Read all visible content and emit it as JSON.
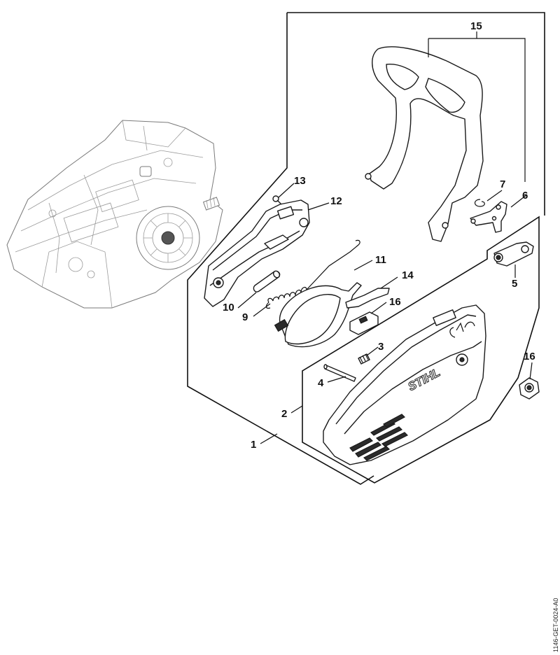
{
  "drawing_code": "1146-GET-0024-A0",
  "brand_mark": "STIHL",
  "callouts": [
    {
      "id": "c1",
      "label": "1"
    },
    {
      "id": "c2",
      "label": "2"
    },
    {
      "id": "c3",
      "label": "3"
    },
    {
      "id": "c4",
      "label": "4"
    },
    {
      "id": "c5",
      "label": "5"
    },
    {
      "id": "c6",
      "label": "6"
    },
    {
      "id": "c7",
      "label": "7"
    },
    {
      "id": "c9",
      "label": "9"
    },
    {
      "id": "c10",
      "label": "10"
    },
    {
      "id": "c11",
      "label": "11"
    },
    {
      "id": "c12",
      "label": "12"
    },
    {
      "id": "c13",
      "label": "13"
    },
    {
      "id": "c14",
      "label": "14"
    },
    {
      "id": "c15",
      "label": "15"
    },
    {
      "id": "c16a",
      "label": "16"
    },
    {
      "id": "c16b",
      "label": "16"
    }
  ]
}
